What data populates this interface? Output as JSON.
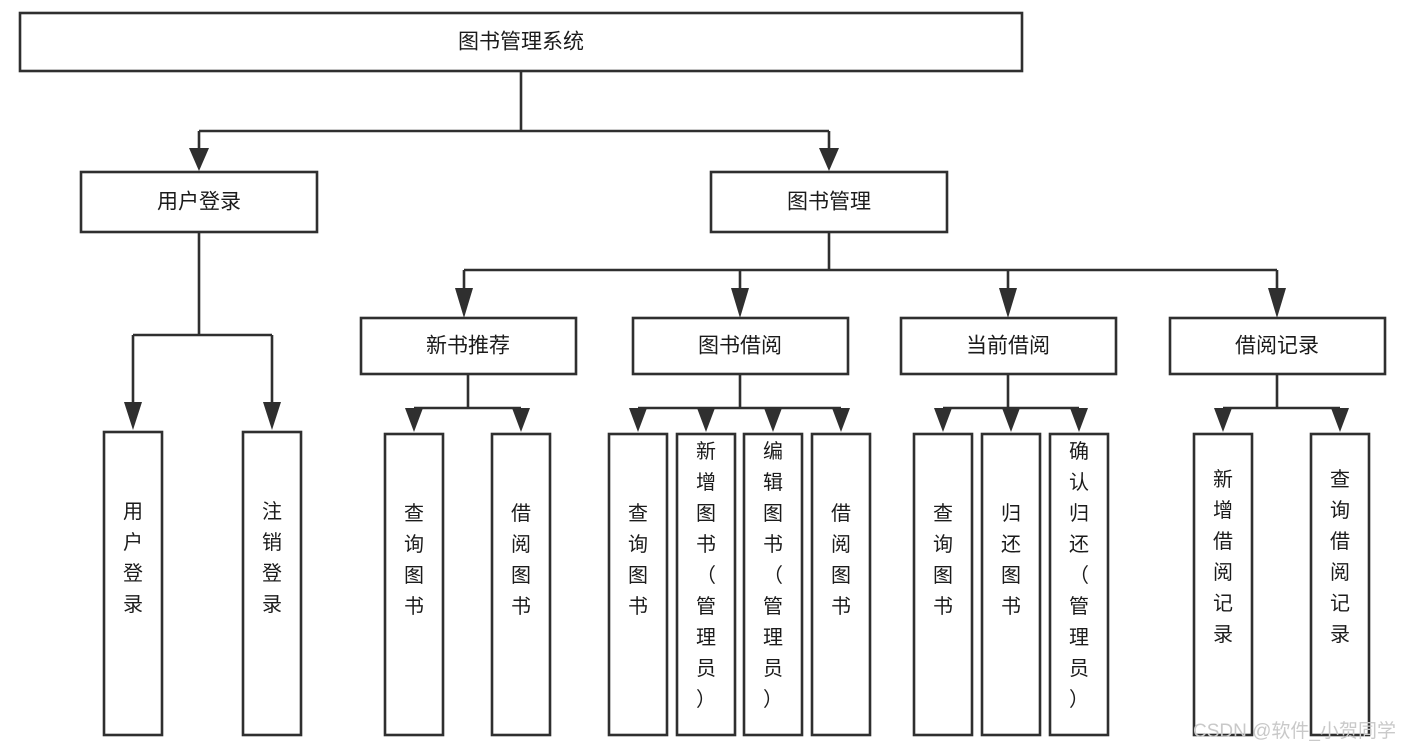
{
  "diagram": {
    "title": "图书管理系统",
    "type": "tree-hierarchy",
    "colors": {
      "background": "#ffffff",
      "stroke": "#2f2f2f",
      "node_fill": "#ffffff",
      "label": "#1b1b1b",
      "watermark": "#c9c9c9"
    },
    "root": {
      "label": "图书管理系统",
      "orientation": "horizontal"
    },
    "level2": [
      {
        "label": "用户登录",
        "orientation": "horizontal"
      },
      {
        "label": "图书管理",
        "orientation": "horizontal"
      }
    ],
    "level3": [
      {
        "label": "新书推荐",
        "orientation": "horizontal"
      },
      {
        "label": "图书借阅",
        "orientation": "horizontal"
      },
      {
        "label": "当前借阅",
        "orientation": "horizontal"
      },
      {
        "label": "借阅记录",
        "orientation": "horizontal"
      }
    ],
    "leaves": {
      "user_login": [
        {
          "label": "用户登录",
          "orientation": "vertical"
        },
        {
          "label": "注销登录",
          "orientation": "vertical"
        }
      ],
      "new_book_recommend": [
        {
          "label": "查询图书",
          "orientation": "vertical"
        },
        {
          "label": "借阅图书",
          "orientation": "vertical"
        }
      ],
      "book_borrow": [
        {
          "label": "查询图书",
          "orientation": "vertical"
        },
        {
          "label": "新增图书（管理员）",
          "orientation": "vertical"
        },
        {
          "label": "编辑图书（管理员）",
          "orientation": "vertical"
        },
        {
          "label": "借阅图书",
          "orientation": "vertical"
        }
      ],
      "current_borrow": [
        {
          "label": "查询图书",
          "orientation": "vertical"
        },
        {
          "label": "归还图书",
          "orientation": "vertical"
        },
        {
          "label": "确认归还（管理员）",
          "orientation": "vertical"
        }
      ],
      "borrow_record": [
        {
          "label": "新增借阅记录",
          "orientation": "vertical"
        },
        {
          "label": "查询借阅记录",
          "orientation": "vertical"
        }
      ]
    }
  },
  "watermark": {
    "text": "CSDN @软件_小贺同学"
  }
}
